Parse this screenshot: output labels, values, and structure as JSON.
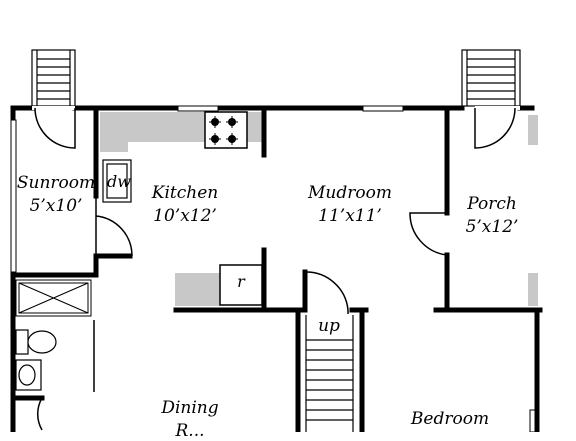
{
  "rooms": {
    "sunroom": {
      "name": "Sunroom",
      "size": "5’x10’"
    },
    "kitchen": {
      "name": "Kitchen",
      "size": "10’x12’"
    },
    "mudroom": {
      "name": "Mudroom",
      "size": "11’x11’"
    },
    "porch": {
      "name": "Porch",
      "size": "5’x12’"
    },
    "dining": {
      "name": "Dining",
      "size": "R..."
    },
    "bedroom": {
      "name": "Bedroom"
    }
  },
  "fixtures": {
    "dishwasher": "dw",
    "refrigerator": "r",
    "stairs": "up"
  },
  "colors": {
    "wall": "#000000",
    "counter": "#c8c8c8",
    "background": "#ffffff"
  }
}
